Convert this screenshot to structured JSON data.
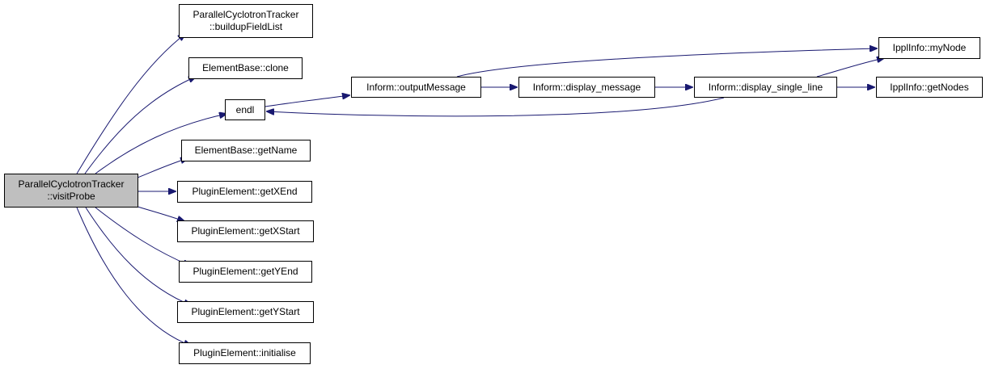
{
  "colors": {
    "edge": "#191970",
    "root_fill": "#bfbfbf",
    "node_fill": "#ffffff",
    "node_border": "#000000"
  },
  "nodes": {
    "root": {
      "line1": "ParallelCyclotronTracker",
      "line2": "::visitProbe"
    },
    "buildupFieldList": {
      "line1": "ParallelCyclotronTracker",
      "line2": "::buildupFieldList"
    },
    "clone": {
      "label": "ElementBase::clone"
    },
    "endl": {
      "label": "endl"
    },
    "getName": {
      "label": "ElementBase::getName"
    },
    "getXEnd": {
      "label": "PluginElement::getXEnd"
    },
    "getXStart": {
      "label": "PluginElement::getXStart"
    },
    "getYEnd": {
      "label": "PluginElement::getYEnd"
    },
    "getYStart": {
      "label": "PluginElement::getYStart"
    },
    "initialise": {
      "label": "PluginElement::initialise"
    },
    "outputMessage": {
      "label": "Inform::outputMessage"
    },
    "display_message": {
      "label": "Inform::display_message"
    },
    "display_single_line": {
      "label": "Inform::display_single_line"
    },
    "myNode": {
      "label": "IpplInfo::myNode"
    },
    "getNodes": {
      "label": "IpplInfo::getNodes"
    }
  },
  "edges": [
    {
      "from": "root",
      "to": "buildupFieldList"
    },
    {
      "from": "root",
      "to": "clone"
    },
    {
      "from": "root",
      "to": "endl"
    },
    {
      "from": "root",
      "to": "getName"
    },
    {
      "from": "root",
      "to": "getXEnd"
    },
    {
      "from": "root",
      "to": "getXStart"
    },
    {
      "from": "root",
      "to": "getYEnd"
    },
    {
      "from": "root",
      "to": "getYStart"
    },
    {
      "from": "root",
      "to": "initialise"
    },
    {
      "from": "endl",
      "to": "outputMessage"
    },
    {
      "from": "outputMessage",
      "to": "display_message"
    },
    {
      "from": "outputMessage",
      "to": "myNode"
    },
    {
      "from": "display_message",
      "to": "display_single_line"
    },
    {
      "from": "display_single_line",
      "to": "endl"
    },
    {
      "from": "display_single_line",
      "to": "myNode"
    },
    {
      "from": "display_single_line",
      "to": "getNodes"
    }
  ]
}
